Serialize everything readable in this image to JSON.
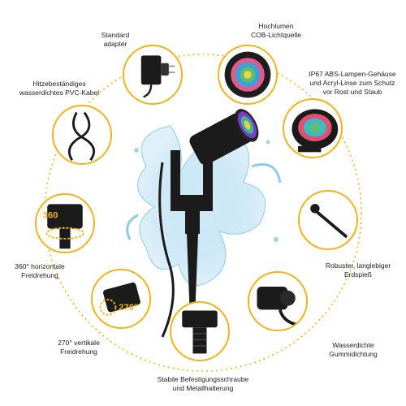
{
  "ring_color": "#f2b21b",
  "features": {
    "cob": {
      "label": "Hochlumen\nCOB-Lichtquelle",
      "icon": "cob-led-icon"
    },
    "adapter": {
      "label": "Standard\nadapter",
      "icon": "power-adapter-icon"
    },
    "housing": {
      "label": "IP67 ABS-Lampen-Gehäuse\nund Acryl-Linse zum Schutz\nvor Rost und Staub",
      "icon": "lamp-housing-icon"
    },
    "cable": {
      "label": "Hitzebeständiges\nwasserdichtes PVC-Kabel",
      "icon": "cable-icon"
    },
    "spike": {
      "label": "Robuster, langlebiger\nErdspieß",
      "icon": "ground-spike-icon"
    },
    "rotate360": {
      "label": "360° horizontale\nFreidrehung",
      "badge": "360",
      "icon": "rotate-360-icon"
    },
    "rotate270": {
      "label": "270° vertikale\nFreidrehung",
      "badge": "270°",
      "icon": "rotate-270-icon"
    },
    "seal": {
      "label": "Wasserdichte\nGummidichtung",
      "icon": "rubber-seal-icon"
    },
    "screw": {
      "label": "Stabile Befestigungsschraube\nund Metallhalterung",
      "icon": "mounting-screw-icon"
    }
  }
}
